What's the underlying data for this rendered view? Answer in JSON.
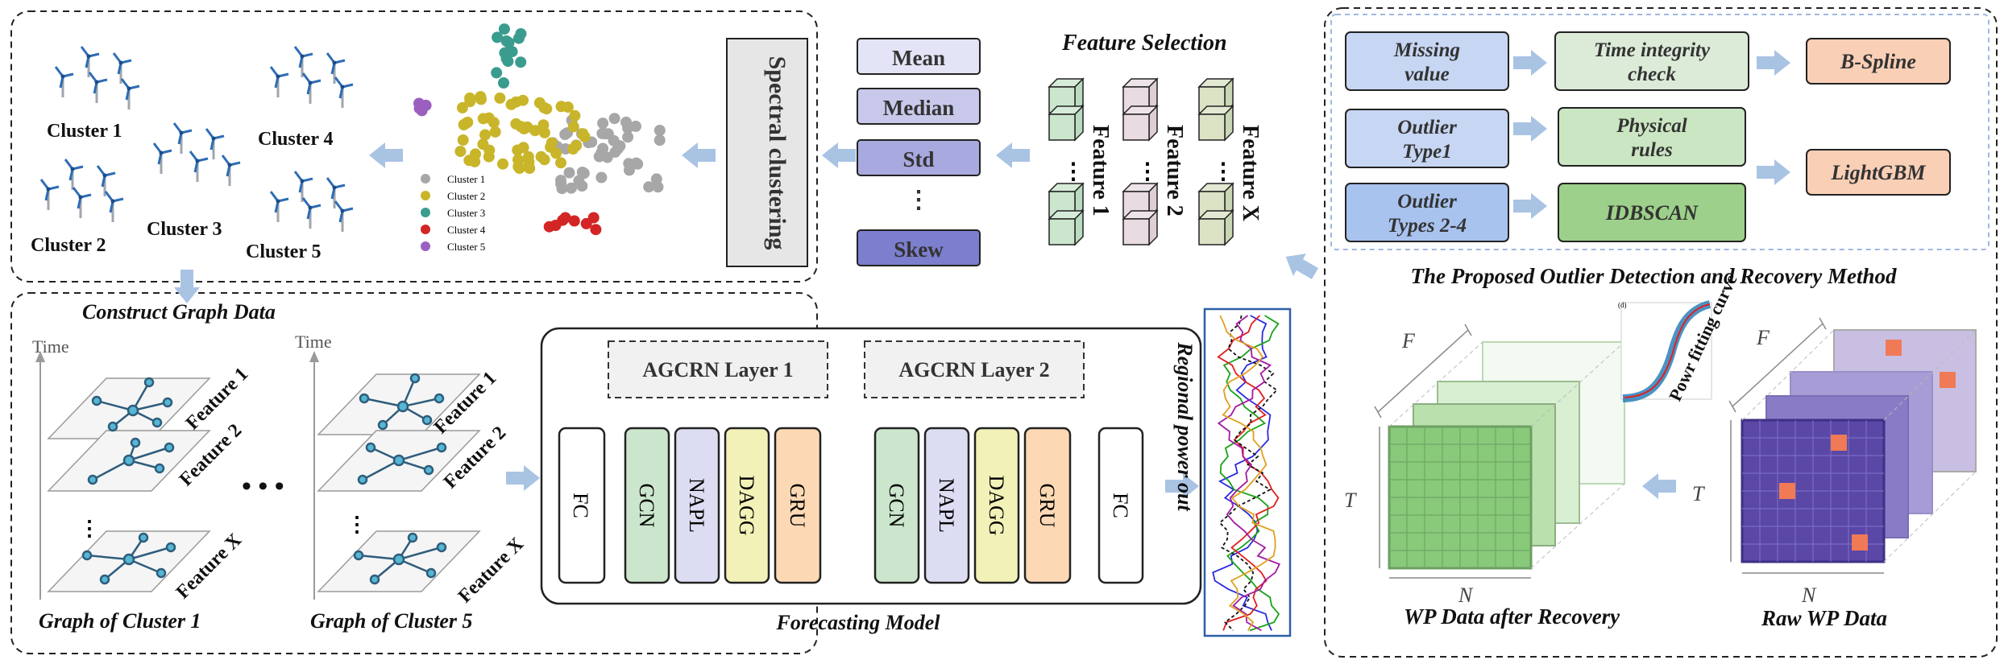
{
  "top_panel": {
    "clusters": [
      "Cluster 1",
      "Cluster 2",
      "Cluster 3",
      "Cluster 4",
      "Cluster 5"
    ],
    "legend": [
      "Cluster 1",
      "Cluster 2",
      "Cluster 3",
      "Cluster 4",
      "Cluster 5"
    ],
    "legend_colors": [
      "#a7a7a7",
      "#c9b52a",
      "#3a9c8e",
      "#d32525",
      "#9b5fc0"
    ],
    "spectral_clustering": "Spectral clustering",
    "stats": [
      "Mean",
      "Median",
      "Std",
      "⋮",
      "Skew"
    ],
    "feature_selection": "Feature Selection",
    "features": [
      "Feature 1",
      "Feature 2",
      "Feature X"
    ]
  },
  "bottom_panel": {
    "construct_graph": "Construct Graph Data",
    "time_label": "Time",
    "graph_features": [
      "Feature 1",
      "Feature 2",
      "Feature X"
    ],
    "graph_captions": [
      "Graph of Cluster 1",
      "Graph of Cluster 5"
    ],
    "layers": [
      "AGCRN Layer 1",
      "AGCRN Layer 2"
    ],
    "blocks": [
      "FC",
      "GCN",
      "NAPL",
      "DAGG",
      "GRU",
      "GCN",
      "NAPL",
      "DAGG",
      "GRU",
      "FC"
    ],
    "forecasting_model": "Forecasting Model",
    "regional_output": "Regional power out"
  },
  "right_panel": {
    "method_boxes": {
      "missing": "Missing value",
      "time_check": "Time integrity check",
      "bspline": "B-Spline",
      "outlier1": "Outlier Type1",
      "physical": "Physical rules",
      "lightgbm": "LightGBM",
      "outlier24": "Outlier Types 2-4",
      "idbscan": "IDBSCAN"
    },
    "title": "The Proposed Outlier Detection and Recovery Method",
    "axis_F": "F",
    "axis_T": "T",
    "axis_N": "N",
    "power_curve": "Powr fitting curve",
    "wp_after": "WP Data  after Recovery",
    "raw_wp": "Raw WP Data"
  }
}
